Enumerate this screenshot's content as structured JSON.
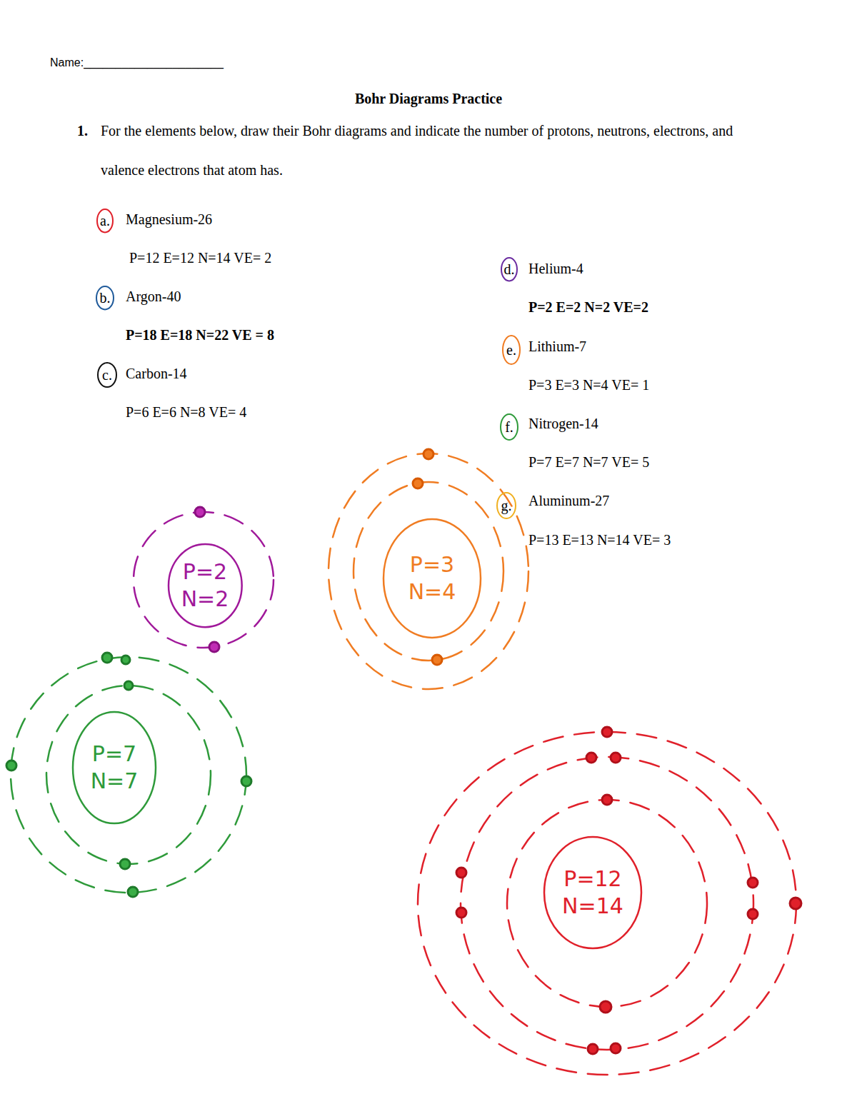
{
  "diagram": {
    "title": "Bohr Diagrams Practice",
    "nodes": [
      {
        "text": [
          "a."
        ]
      },
      {
        "text": [
          "b."
        ]
      },
      {
        "text": [
          "c."
        ]
      },
      {
        "text": [
          "d."
        ]
      },
      {
        "text": [
          "e."
        ]
      },
      {
        "text": [
          "f."
        ]
      },
      {
        "text": [
          "g."
        ]
      },
      {
        "text": [
          "P=2",
          "N=2"
        ]
      },
      {
        "text": [
          "P=3",
          "N=4"
        ]
      },
      {
        "text": [
          "P=7",
          "N=7"
        ]
      },
      {
        "text": [
          "P=12",
          "N=14"
        ]
      }
    ],
    "labels": [
      "Name:______________________",
      "1.",
      "For the elements below, draw their Bohr diagrams and indicate the number of protons, neutrons, electrons, and valence electrons that atom has.",
      "Magnesium-26",
      "P=12 E=12 N=14 VE= 2",
      "Argon-40",
      "P=18 E=18 N=22 VE = 8",
      "Carbon-14",
      "P=6 E=6 N=8 VE= 4",
      "Helium-4",
      "P=2 E=2 N=2 VE=2",
      "Lithium-7",
      "P=3 E=3 N=4 VE= 1",
      "Nitrogen-14",
      "P=7 E=7 N=7 VE= 5",
      "Aluminum-27",
      "P=13 E=13 N=14 VE= 3"
    ]
  }
}
